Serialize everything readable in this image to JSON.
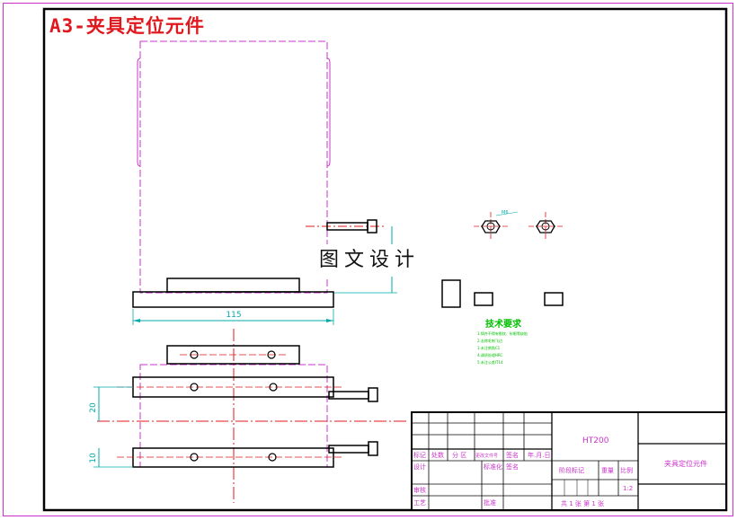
{
  "sheet": {
    "title": "A3-夹具定位元件",
    "watermark": "图文设计"
  },
  "dimensions": {
    "width_label": "115",
    "height_label_1": "20",
    "height_label_2": "10",
    "small_label": "M6"
  },
  "technical_requirements": {
    "heading": "技术要求",
    "lines": [
      "1.铸件不得有裂纹、砂眼等缺陷",
      "2.去除毛刺飞边",
      "3.未注倒角C1",
      "4.调质处理HRC",
      "5.未注公差IT14"
    ]
  },
  "title_block": {
    "material": "HT200",
    "part_name": "夹具定位元件",
    "scale_value": "1:2",
    "sheet_info": "共 1 张  第 1 张",
    "labels": {
      "mark": "标记",
      "count": "处数",
      "zone": "分 区",
      "change_doc": "更改文件号",
      "signature": "签名",
      "date": "年.月.日",
      "design": "设计",
      "standardization": "标准化",
      "sign2": "签名",
      "stage_mark": "阶段标记",
      "weight": "重量",
      "scale": "比例",
      "review": "审核",
      "process": "工艺",
      "approve": "批准"
    }
  },
  "colors": {
    "outline": "#000000",
    "magenta": "#cc33cc",
    "red": "#e0191e",
    "green": "#00c000",
    "cyan": "#00aaaa"
  }
}
